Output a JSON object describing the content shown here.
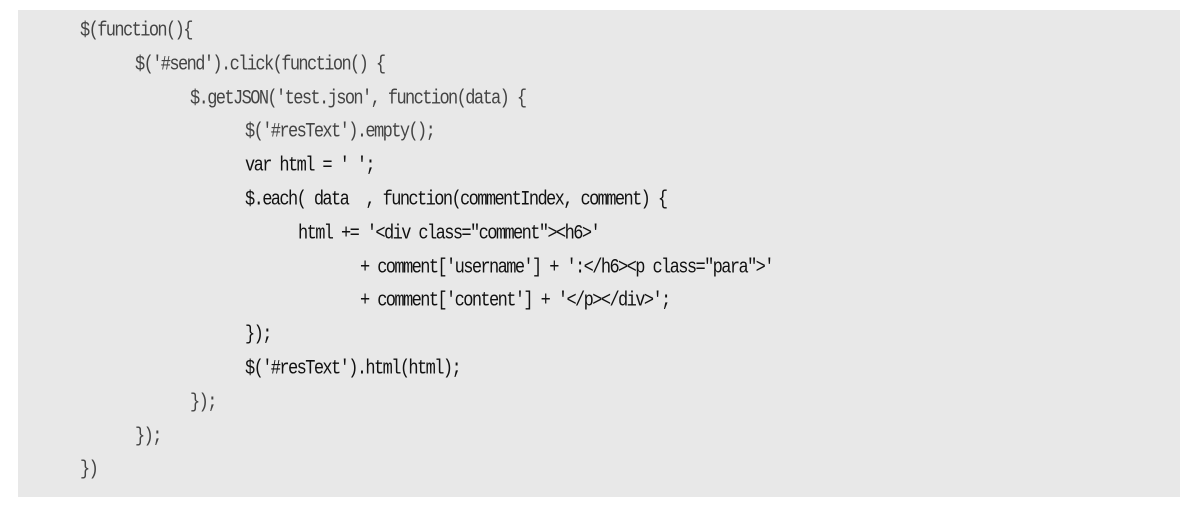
{
  "code_lines": [
    {
      "text": "$(function(){",
      "indent": 0,
      "emphasis": false
    },
    {
      "text": "$('#send').click(function() {",
      "indent": 1,
      "emphasis": false
    },
    {
      "text": "$.getJSON('test.json', function(data) {",
      "indent": 2,
      "emphasis": false
    },
    {
      "text": "$('#resText').empty();",
      "indent": 3,
      "emphasis": false
    },
    {
      "text": "var html = ' ';",
      "indent": 3,
      "emphasis": true
    },
    {
      "text": "$.each( data  , function(commentIndex, comment) {",
      "indent": 3,
      "emphasis": true
    },
    {
      "text": "html += '<div class=\"comment\"><h6>'",
      "indent": 4,
      "emphasis": true
    },
    {
      "text": "+ comment['username'] + ':</h6><p class=\"para\">'",
      "indent": 5,
      "emphasis": true
    },
    {
      "text": "+ comment['content'] + '</p></div>';",
      "indent": 5,
      "emphasis": true
    },
    {
      "text": "});",
      "indent": 3,
      "emphasis": true
    },
    {
      "text": "$('#resText').html(html);",
      "indent": 3,
      "emphasis": true
    },
    {
      "text": "});",
      "indent": 2,
      "emphasis": false
    },
    {
      "text": "});",
      "indent": 1,
      "emphasis": false
    },
    {
      "text": "})",
      "indent": 0,
      "emphasis": false
    }
  ]
}
